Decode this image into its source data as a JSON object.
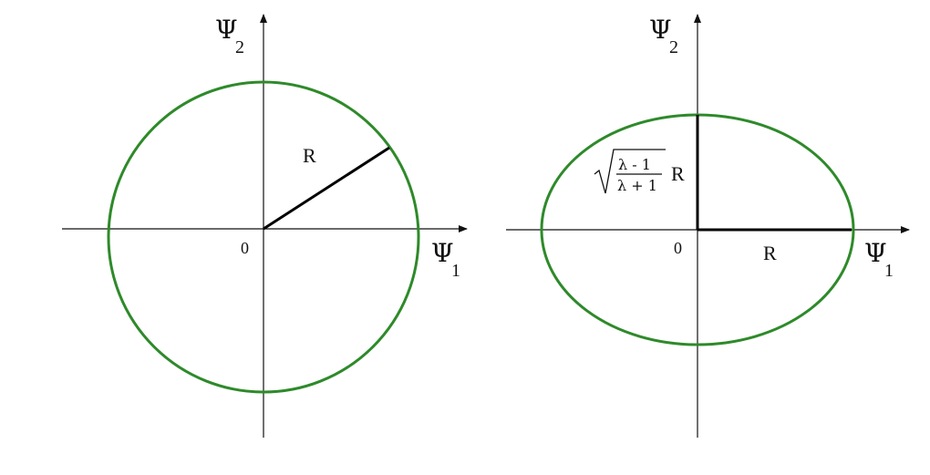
{
  "colors": {
    "curve": "#2e8a2a",
    "axis": "#111111",
    "radius": "#000000"
  },
  "left_panel": {
    "y_axis_symbol": "Ψ",
    "y_axis_subscript": "2",
    "x_axis_symbol": "Ψ",
    "x_axis_subscript": "1",
    "origin_label": "0",
    "radius_label": "R",
    "shape": "circle"
  },
  "right_panel": {
    "y_axis_symbol": "Ψ",
    "y_axis_subscript": "2",
    "x_axis_symbol": "Ψ",
    "x_axis_subscript": "1",
    "origin_label": "0",
    "horizontal_semi_axis_label": "R",
    "vertical_semi_axis": {
      "numerator": "λ - 1",
      "denominator": "λ + 1",
      "suffix": "R"
    },
    "shape": "ellipse"
  }
}
